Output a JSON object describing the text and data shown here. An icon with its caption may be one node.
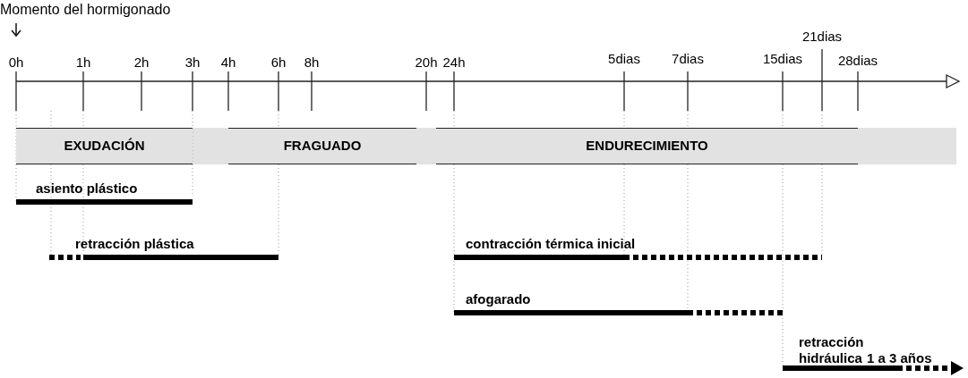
{
  "diagram": {
    "nodes": [
      {
        "text": [
          "EXUDACIÓN"
        ]
      },
      {
        "text": [
          "FRAGUADO"
        ]
      },
      {
        "text": [
          "ENDURECIMIENTO"
        ]
      },
      {
        "text": [
          "asiento plástico"
        ]
      },
      {
        "text": [
          "retracción plástica"
        ]
      },
      {
        "text": [
          "contracción térmica inicial"
        ]
      },
      {
        "text": [
          "afogarado"
        ]
      },
      {
        "text": [
          "retracción hidráulica",
          "1 a 3 años"
        ]
      }
    ],
    "labels": [
      "Momento del hormigonado",
      "0h",
      "1h",
      "2h",
      "3h",
      "4h",
      "6h",
      "8h",
      "20h",
      "24h",
      "5dias",
      "7dias",
      "15dias",
      "21dias",
      "28dias"
    ]
  }
}
